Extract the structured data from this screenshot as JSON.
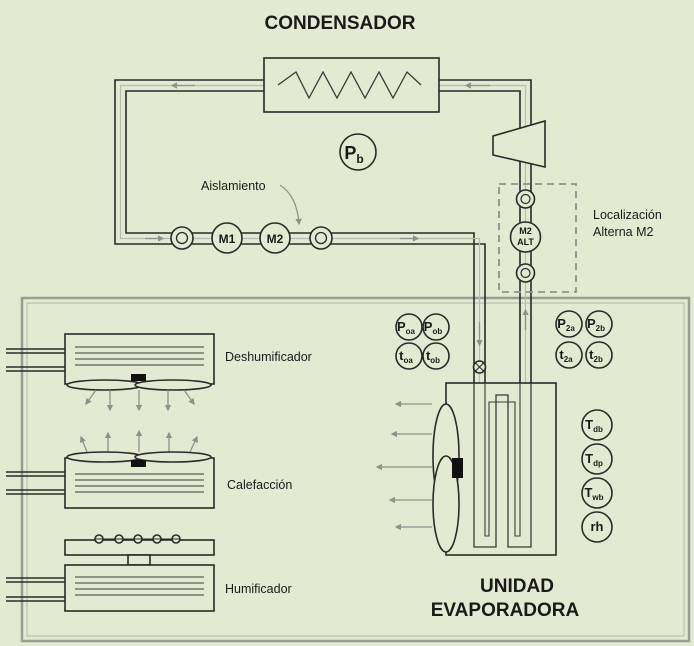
{
  "labels": {
    "condensador": "CONDENSADOR",
    "pb_main": "P",
    "pb_sub": "b",
    "aislamiento": "Aislamiento",
    "m1": "M1",
    "m2": "M2",
    "m2alt_line1": "M2",
    "m2alt_line2": "ALT",
    "localizacion_1": "Localización",
    "localizacion_2": "Alterna M2",
    "deshumificador": "Deshumificador",
    "calefaccion": "Calefacción",
    "humificador": "Humificador",
    "unidad": "UNIDAD",
    "evaporadora": "EVAPORADORA"
  },
  "sensors_left": [
    {
      "main": "P",
      "sub": "oa"
    },
    {
      "main": "P",
      "sub": "ob"
    },
    {
      "main": "t",
      "sub": "oa"
    },
    {
      "main": "t",
      "sub": "ob"
    }
  ],
  "sensors_right": [
    {
      "main": "P",
      "sub": "2a"
    },
    {
      "main": "P",
      "sub": "2b"
    },
    {
      "main": "t",
      "sub": "2a"
    },
    {
      "main": "t",
      "sub": "2b"
    }
  ],
  "sensors_column": [
    {
      "main": "T",
      "sub": "db"
    },
    {
      "main": "T",
      "sub": "dp"
    },
    {
      "main": "T",
      "sub": "wb"
    },
    {
      "main": "rh",
      "sub": ""
    }
  ],
  "colors": {
    "background": "#e4ead2",
    "line": "#2a2a2a",
    "flow_arrow": "#8e928a"
  }
}
